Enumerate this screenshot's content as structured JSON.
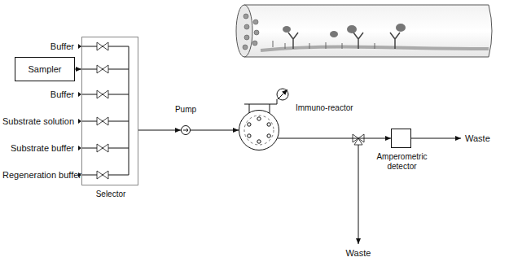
{
  "diagram": {
    "nodes": [
      {
        "text": [
          "Sampler"
        ]
      },
      {
        "text": [
          "Selector"
        ]
      },
      {
        "text": [
          "Pump"
        ]
      },
      {
        "text": [
          "Immuno-reactor"
        ]
      },
      {
        "text": [
          "Amperometric detector"
        ]
      }
    ],
    "edges": [
      {
        "from": 0,
        "to": 1,
        "arrow": "to"
      },
      {
        "from": 1,
        "to": 2,
        "arrow": "to"
      },
      {
        "from": 2,
        "to": 3,
        "arrow": "to"
      },
      {
        "from": 3,
        "to": 4,
        "arrow": "to"
      }
    ],
    "labels": [
      "Buffer",
      "Buffer",
      "Substrate solution",
      "Substrate buffer",
      "Regeneration buffer",
      "Waste",
      "Waste"
    ]
  }
}
